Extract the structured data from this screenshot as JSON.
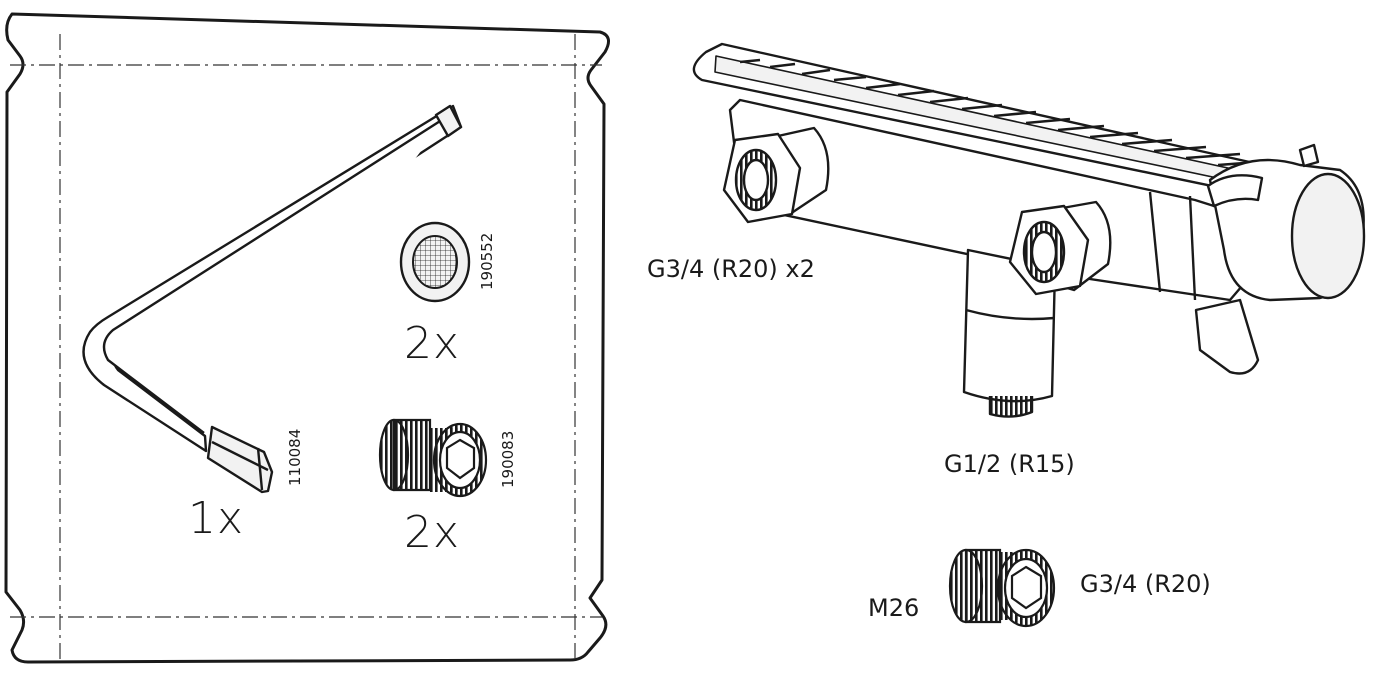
{
  "bag": {
    "items": [
      {
        "quantity": "1x",
        "part_number": "110084",
        "icon": "allen-key-icon"
      },
      {
        "quantity": "2x",
        "part_number": "190552",
        "icon": "filter-washer-icon"
      },
      {
        "quantity": "2x",
        "part_number": "190083",
        "icon": "threaded-adapter-icon"
      }
    ]
  },
  "mixer": {
    "inlet_label": "G3/4 (R20) x2",
    "outlet_label": "G1/2 (R15)",
    "icon": "thermostatic-mixer-icon"
  },
  "adapter": {
    "left_label": "M26",
    "right_label": "G3/4 (R20)",
    "icon": "thread-adapter-icon"
  },
  "colors": {
    "line": "#1a1a1a",
    "fill_light": "#f2f2f2",
    "fill_mid": "#d9d9d9",
    "fill_dark": "#b5b5b5"
  }
}
